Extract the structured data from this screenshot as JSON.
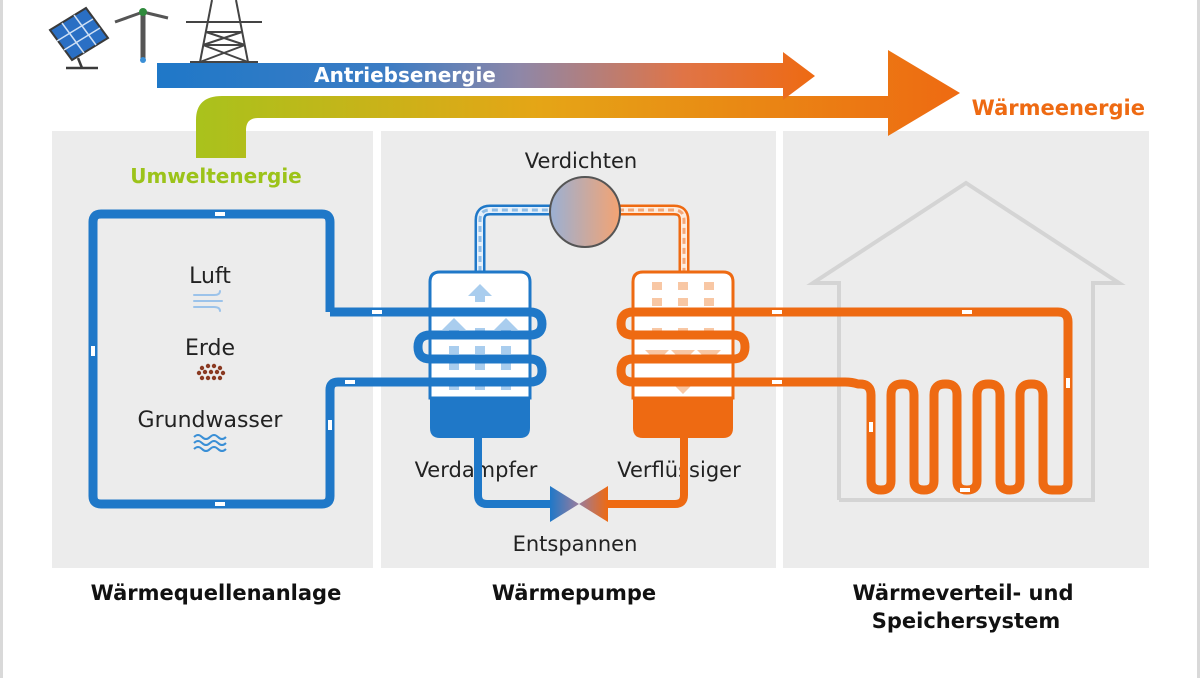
{
  "energy": {
    "drive_label": "Antriebsenergie",
    "heat_label": "Wärmeenergie",
    "environment_label": "Umweltenergie"
  },
  "source": {
    "items": [
      "Luft",
      "Erde",
      "Grundwasser"
    ],
    "caption": "Wärmequellenanlage"
  },
  "pump": {
    "compress_label": "Verdichten",
    "evaporator_label": "Verdampfer",
    "condenser_label": "Verflüssiger",
    "expand_label": "Entspannen",
    "caption": "Wärmepumpe"
  },
  "distribution": {
    "caption_line1": "Wärmeverteil- und",
    "caption_line2": "Speichersystem"
  },
  "colors": {
    "blue": "#1f78c8",
    "orange": "#ee6a12",
    "green": "#9cc31a",
    "panel": "#ececec",
    "house_outline": "#d4d4d4"
  },
  "icons": [
    "solar-panel-icon",
    "wind-turbine-icon",
    "power-pylon-icon",
    "wind-icon",
    "soil-icon",
    "water-icon"
  ]
}
